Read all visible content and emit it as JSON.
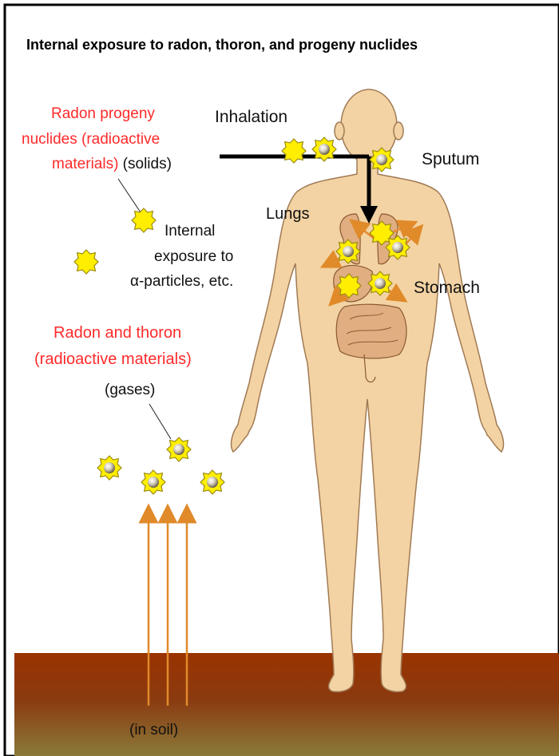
{
  "title": "Internal exposure to radon, thoron, and progeny nuclides",
  "labels": {
    "progeny_line1": "Radon progeny",
    "progeny_line2": "nuclides (radioactive",
    "progeny_line3_red": "materials)",
    "progeny_line3_black": " (solids)",
    "inhalation": "Inhalation",
    "sputum": "Sputum",
    "lungs": "Lungs",
    "internal_line1": "Internal",
    "internal_line2": "exposure to",
    "internal_line3": "α-particles, etc.",
    "stomach": "Stomach",
    "radon_line1": "Radon and thoron",
    "radon_line2": "(radioactive materials)",
    "gases": "(gases)",
    "soil": "(in soil)"
  },
  "colors": {
    "label_red": "#ff2a2a",
    "skin": "#f3d3a3",
    "skin_outline": "#a07a55",
    "soil_top": "#9a3300",
    "soil_bottom": "#8a7a3a",
    "star_yellow": "#ffee00",
    "arrow_orange": "#e08a2a",
    "organ": "#e0ae80"
  },
  "icons": [
    "radioactive-particle-icon",
    "particle-star-icon",
    "inhalation-arrow-icon",
    "soil-arrow-icon"
  ]
}
